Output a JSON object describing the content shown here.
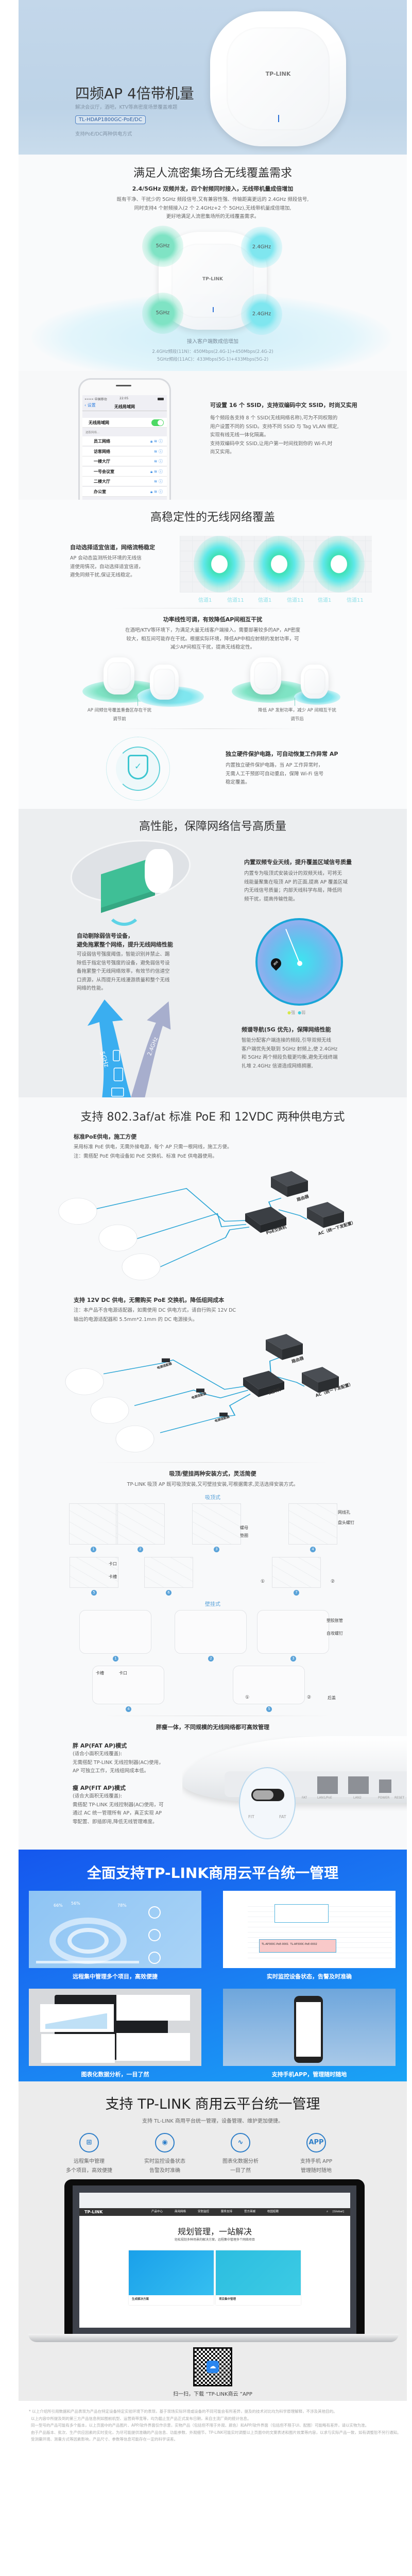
{
  "hero": {
    "title": "四频AP 4倍带机量",
    "subtitle": "解决会议厅，酒吧，KTV等高密度场景覆盖难题",
    "model": "TL-HDAP1800GC-PoE/DC",
    "note": "支持PoE/DC两种供电方式",
    "brand": "TP-LINK"
  },
  "quad_band": {
    "title": "满足人流密集场合无线覆盖需求",
    "subtitle": "2.4/5GHz 双频并发，四个射频同时接入，无线带机量成倍增加",
    "paragraph": [
      "既有干净、干扰少的 5GHz 频段信号,又有兼容性强、传输距离更远的 2.4GHz 频段信号,",
      "同时支持4 个射频接入(2 个 2.4GHz+2 个 5GHz),无线带机量成倍增加,",
      "更好地满足人流密集场所的无线覆盖需求。"
    ],
    "bands": [
      "5GHz",
      "2.4GHz",
      "5GHz",
      "2.4GHz"
    ],
    "caption": "接入客户端数成倍增加",
    "rates": [
      "2.4GHz频段(11N)：450Mbps(2.4G-1)+450Mbps(2.4G-2)",
      "5GHz频段(11AC)：433Mbps(5G-1)+433Mbps(5G-2)"
    ]
  },
  "ssid": {
    "phone": {
      "carrier": "••••• 中国移动",
      "time": "22:05",
      "back": "设置",
      "nav_title": "无线局域网",
      "toggle_label": "无线局域网",
      "toggle_on": true,
      "choose": "选取网络...",
      "networks": [
        {
          "name": "员工网络",
          "locked": true
        },
        {
          "name": "访客网络",
          "locked": false
        },
        {
          "name": "一楼大厅",
          "locked": false
        },
        {
          "name": "一号会议室",
          "locked": true
        },
        {
          "name": "二楼大厅",
          "locked": false
        },
        {
          "name": "办公室",
          "locked": true
        }
      ]
    },
    "title": "可设置 16 个 SSID，支持双编码中文 SSID，时尚又实用",
    "paragraph": [
      "每个频段各支持 8 个 SSID(无线网络名称),可为不同权限的",
      "用户设置不同的 SSID。支持不同 SSID 与 Tag VLAN 绑定,",
      "实现有线无线一体化隔离。",
      "支持双编码中文 SSID,让用户第一时间找到你的 Wi-Fi,时",
      "尚又实用。"
    ]
  },
  "stability": {
    "title": "高稳定性的无线网络覆盖",
    "channel": {
      "title": "自动选择适宜信道，网络流畅稳定",
      "paragraph": [
        "AP 会动态监测所处环境的无线信",
        "道使用情况，自动选择适宜信道，",
        "避免同频干扰,保证无线稳定。"
      ],
      "labels": [
        "信道1",
        "信道11",
        "信道1",
        "信道11",
        "信道1",
        "信道11"
      ]
    },
    "power": {
      "title": "功率线性可调，有效降低AP间相互干扰",
      "paragraph": [
        "在酒吧/KTV等环境下，为满足大量无线客户端接入，需要部署较多的AP，AP密度",
        "较大，相互间可能存在干扰。根据实际环境，降低AP中相应射频的发射功率，可",
        "减少AP间相互干扰，提高无线稳定性。"
      ],
      "before_caption": "AP 间频信号覆盖重叠区存在干扰",
      "before_label": "调节前",
      "after_caption": "降低 AP 发射功率，减少 AP 间相互干扰",
      "after_label": "调节后"
    },
    "protect": {
      "title": "独立硬件保护电路，可自动恢复工作异常 AP",
      "paragraph": [
        "内置独立硬件保护电路，当 AP 工作异常时，",
        "无需人工干预即可自动重启，保障 Wi-Fi 信号",
        "稳定覆盖。"
      ]
    }
  },
  "performance": {
    "title": "高性能，保障网络信号高质量",
    "antenna": {
      "title": "内置双频专业天线，提升覆盖区域信号质量",
      "paragraph": [
        "内置专为吸顶式安装设计的双频天线，可将无",
        "线能量聚集在吸顶 AP 的正面,提高 AP 覆盖区域",
        "内无线信号质量；内部天线科学布局，降低同",
        "频干扰，提高传输性能。"
      ]
    },
    "kick": {
      "title": [
        "自动剔除弱信号设备，",
        "避免拖累整个网络，提升无线网络性能"
      ],
      "paragraph": [
        "可设弱信号强度阈值，智能识别并禁止、踢",
        "除低于指定信号强度的设备，避免弱信号设",
        "备拖累整个无线网络效率，有效节约信道空",
        "口资源，从而提升无线漫游质量和整个无线",
        "网络的性能。"
      ],
      "pin": "踢除",
      "legend": [
        "强",
        "弱"
      ]
    },
    "steering": {
      "arrows": [
        "5GHz",
        "2.4GHz"
      ],
      "title": "频谱导航(5G 优先)，保障网络性能",
      "paragraph": [
        "智能分配客户端连接的频段,引导双频无线",
        "客户端优先关联到 5GHz 射频上,使 2.4GHz",
        "和 5GHz 两个频段负载更均衡,避免无线终端",
        "扎堆 2.4GHz 信道造成网络拥塞,"
      ]
    }
  },
  "power_supply": {
    "title": "支持 802.3af/at 标准 PoE 和 12VDC 两种供电方式",
    "poe": {
      "title": "标准PoE供电，施工方便",
      "paragraph": [
        "采用标准 PoE 供电，无需外接电源，每个 AP 只需一根网线，施工方便。",
        "注：需搭配 PoE 供电设备如 PoE 交换机、标准 PoE 供电器使用。"
      ],
      "labels": {
        "router": "路由器",
        "switch": "PoE交换机",
        "ac": "AC（统一下发配置）"
      }
    },
    "dc": {
      "title": "支持 12V DC 供电，无需购买 PoE 交换机，降低组网成本",
      "paragraph": [
        "注：本产品不含电源适配器，如需使用 DC 供电方式，请自行购买 12V DC",
        "输出的电源适配器和 5.5mm*2.1mm 的 DC 电源接头。"
      ],
      "labels": {
        "adapter": "电源适配器",
        "router": "路由器",
        "switch": "交换机",
        "ac": "AC（统一下发配置）"
      }
    }
  },
  "install": {
    "title": "吸顶/壁挂两种安装方式，灵活简便",
    "paragraph": "TP-LINK 吸顶 AP 既可吸顶安装,又可壁挂安装,可根据需求,灵活选择安装方式。",
    "ceiling": {
      "label": "吸顶式",
      "steps": [
        "1",
        "2",
        "3",
        "4",
        "5",
        "6",
        "7"
      ],
      "parts": [
        "网线孔",
        "盘头螺钉",
        "螺母",
        "垫圈",
        "卡口",
        "卡槽"
      ],
      "sub_steps": [
        "①",
        "②"
      ]
    },
    "wall": {
      "label": "壁挂式",
      "steps": [
        "1",
        "2",
        "3",
        "4",
        "5"
      ],
      "parts": [
        "塑胶胀管",
        "自攻螺钉",
        "卡槽",
        "卡口",
        "后盖"
      ],
      "sub_steps": [
        "①",
        "②"
      ]
    }
  },
  "fat_fit": {
    "title": "胖瘦一体，不同规模的无线网络都可高效管理",
    "fat": {
      "title": "胖 AP(FAT AP)模式",
      "paragraph": [
        "(适合小面积无线覆盖):",
        "无需搭配 TP-LINK 无线控制器(AC)使用，",
        "AP 可独立工作，无线组网成本低。"
      ]
    },
    "fit": {
      "title": "瘦 AP(FIT AP)模式",
      "paragraph": [
        "(适合大面积无线覆盖):",
        "需搭配 TP-LINK 无线控制器(AC)使用，可",
        "通过 AC 统一管理所有 AP，真正实现 AP",
        "零配置、即插即用,降低无线管理难度。"
      ]
    },
    "switch_labels": [
      "FIT",
      "FAT"
    ],
    "ports": [
      "FAT",
      "LAN1/PoE",
      "LAN2",
      "POWER",
      "RESET"
    ]
  },
  "cloud_blue": {
    "title": "全面支持TP-LINK商用云平台统一管理",
    "cards": [
      {
        "caption": "远程集中管理多个项目，高效便捷",
        "percents": [
          "66%",
          "56%",
          "78%"
        ]
      },
      {
        "caption": "实时监控设备状态，告警及时准确",
        "alerts": [
          "TL-AP300C-PoE-0001",
          "TL-AP300C-PoE-0002"
        ]
      },
      {
        "caption": "图表化数据分析，一目了然"
      },
      {
        "caption": "支持手机APP，管理随时随地"
      }
    ]
  },
  "cloud_gray": {
    "title": "支持 TP-LINK 商用云平台统一管理",
    "subtitle": "支持 TL-LINK 商用平台统一管理，设备管理、维护更加便捷。",
    "features": [
      {
        "icon": "network-tree-icon",
        "lines": [
          "远程集中管理",
          "多个项目，高效便捷"
        ]
      },
      {
        "icon": "camera-monitor-icon",
        "lines": [
          "实时监控设备状态",
          "告警及时准确"
        ]
      },
      {
        "icon": "chart-icon",
        "lines": [
          "图表化数据分析",
          "一目了然"
        ]
      },
      {
        "icon": "app-icon",
        "lines": [
          "支持手机 APP",
          "管理随时随地"
        ],
        "glyph": "APP"
      }
    ],
    "laptop": {
      "brand": "TP-LINK",
      "nav": [
        "产品中心",
        "商用网络",
        "安防监控",
        "服务支持",
        "官方商城",
        "校园招聘"
      ],
      "global": "[Global]",
      "heading": "规划管理，一站解决",
      "subheading": "轻松规划多种场景的解决方案，远程集中管理多个网络项目",
      "cards": [
        "生成解决方案",
        "项目集中管理"
      ]
    },
    "qr_caption": "扫一扫，下载 “TP-LINK商云 ”APP"
  },
  "footer": {
    "lines": [
      "* 以上介绍所引用数据和产品表现为产品在特定设备特定实验环境下的表现，基于现场实际环境或设备的不同可能会有所差异，提及的技术对比均为科学原理解释，不涉及其他目的。",
      "以上内容中所提及到的第三方产品信息例如图前机型、运营商带宽等，均为截止至产品正式发布日期，来自主流厂商的统计信息。",
      "同一型号的产品可能有多个版本，以上页面中的产品图片、APP/软件界面仅作示意，实物产品（包括但不限于外观、颜色）和APP/软件界面（包括但不限于UI、配图）可能略有差异，请以实物为准。",
      "由于产品版本、批次、生产供应因素的实时变化，为尽可能提供准确的产品信息、功能参数、外观细节，TP-LINK可能实时调整以上页面中的文案表述和图片效果等内容，以求与实际产品一致，如有调整恕不另行通知。",
      "受测量环境、测量方式等因素影响，产品尺寸、参数等信息可能存在一定的科学误差。"
    ]
  },
  "colors": {
    "accent": "#2f7fc9",
    "cyan": "#3fd6e6",
    "green": "#3cd1a0",
    "blue_bg": "#1a78f0"
  }
}
